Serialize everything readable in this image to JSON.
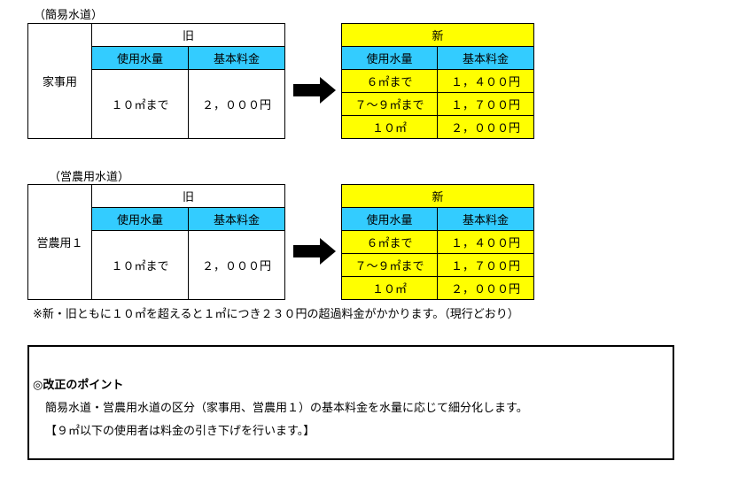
{
  "sections": [
    {
      "caption": "（簡易水道）",
      "category": "家事用",
      "old": {
        "header": "旧",
        "col1": "使用水量",
        "col2": "基本料金",
        "usage": "１０㎡まで",
        "fee": "２，０００円"
      },
      "new": {
        "header": "新",
        "col1": "使用水量",
        "col2": "基本料金",
        "rows": [
          {
            "usage": "６㎡まで",
            "fee": "１，４００円"
          },
          {
            "usage": "７～９㎡まで",
            "fee": "１，７００円"
          },
          {
            "usage": "１０㎡",
            "fee": "２，０００円"
          }
        ]
      }
    },
    {
      "caption": "（営農用水道）",
      "category": "営農用１",
      "old": {
        "header": "旧",
        "col1": "使用水量",
        "col2": "基本料金",
        "usage": "１０㎡まで",
        "fee": "２，０００円"
      },
      "new": {
        "header": "新",
        "col1": "使用水量",
        "col2": "基本料金",
        "rows": [
          {
            "usage": "６㎡まで",
            "fee": "１，４００円"
          },
          {
            "usage": "７～９㎡まで",
            "fee": "１，７００円"
          },
          {
            "usage": "１０㎡",
            "fee": "２，０００円"
          }
        ]
      }
    }
  ],
  "note": "※新・旧ともに１０㎡を超えると１㎡につき２３０円の超過料金がかかります。（現行どおり）",
  "points": {
    "title": "◎改正のポイント",
    "line1": "簡易水道・営農用水道の区分（家事用、営農用１）の基本料金を水量に応じて細分化します。",
    "line2": "【９㎡以下の使用者は料金の引き下げを行います。】"
  }
}
